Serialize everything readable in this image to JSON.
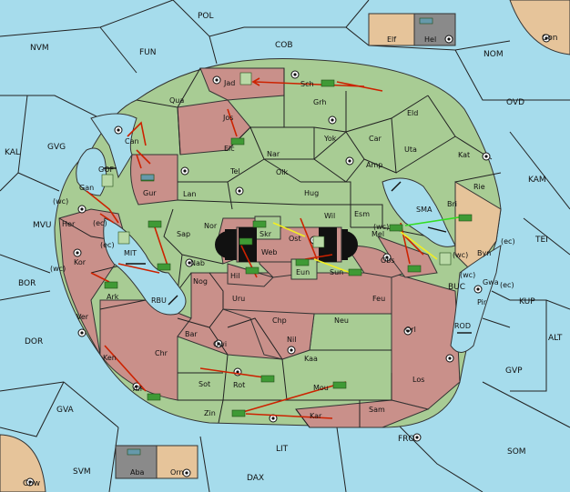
{
  "regions": {
    "POL": "POL",
    "COB": "COB",
    "NVM": "NVM",
    "FUN": "FUN",
    "NOM": "NOM",
    "OVD": "OVD",
    "Con": "Con",
    "Elf": "Elf",
    "Hel": "Hel",
    "KAL": "KAL",
    "GVG": "GVG",
    "KAM": "KAM",
    "MVU": "MVU",
    "TEI": "TEI",
    "BOR": "BOR",
    "KUP": "KUP",
    "DOR": "DOR",
    "ALT": "ALT",
    "GVP": "GVP",
    "GVA": "GVA",
    "FRO": "FRO",
    "SOM": "SOM",
    "SVM": "SVM",
    "LIT": "LIT",
    "DAX": "DAX",
    "Cow": "Cow",
    "Aba": "Aba",
    "Orn": "Orn",
    "Jad": "Jad",
    "Sch": "Sch",
    "Qua": "Qua",
    "Jos": "Jos",
    "Grh": "Grh",
    "Eld": "Eld",
    "Can": "Can",
    "Elc": "Elc",
    "Nar": "Nar",
    "Yok": "Yok",
    "Car": "Car",
    "Uta": "Uta",
    "Kat": "Kat",
    "GOF": "GOF",
    "Tel": "Tel",
    "Olk": "Olk",
    "Amp": "Amp",
    "Gur": "Gur",
    "Gan": "Gan",
    "Lan": "Lan",
    "Hug": "Hug",
    "Rie": "Rie",
    "Bri": "Bri",
    "Her": "Her",
    "Nor": "Nor",
    "Wil": "Wil",
    "Esm": "Esm",
    "SMA": "SMA",
    "Sap": "Sap",
    "Skr": "Skr",
    "Ost": "Ost",
    "Mel": "Mel",
    "Kor": "Kor",
    "MIT": "MIT",
    "Web": "Web",
    "Byn": "Byn",
    "Nab": "Nab",
    "Hil": "Hil",
    "Eun": "Eun",
    "Sun": "Sun",
    "Obs": "Obs",
    "Gwa": "Gwa",
    "Ark": "Ark",
    "Nog": "Nog",
    "BUC": "BUC",
    "Pir": "Pir",
    "RBU": "RBU",
    "Uru": "Uru",
    "Feu": "Feu",
    "Ver": "Ver",
    "Chp": "Chp",
    "Neu": "Neu",
    "Orl": "Orl",
    "ROD": "ROD",
    "Bar": "Bar",
    "Qwi": "Qwi",
    "Nil": "Nil",
    "Chr": "Chr",
    "Ken": "Ken",
    "Kaa": "Kaa",
    "Sot": "Sot",
    "Rot": "Rot",
    "Los": "Los",
    "Ail": "Ail",
    "Mou": "Mou",
    "Zin": "Zin",
    "Kar": "Kar",
    "Sam": "Sam"
  },
  "coasts": {
    "wc": "(wc)",
    "ec": "(ec)"
  },
  "colors": {
    "sea": "#a6dcec",
    "green": "#a8cc94",
    "red": "#c9908a",
    "tan": "#e6c49a",
    "grey": "#8a8a8a"
  },
  "legend_icons": [
    "green-army-icon",
    "red-order-arrow",
    "yellow-order-arrow",
    "black-double-arrow"
  ]
}
